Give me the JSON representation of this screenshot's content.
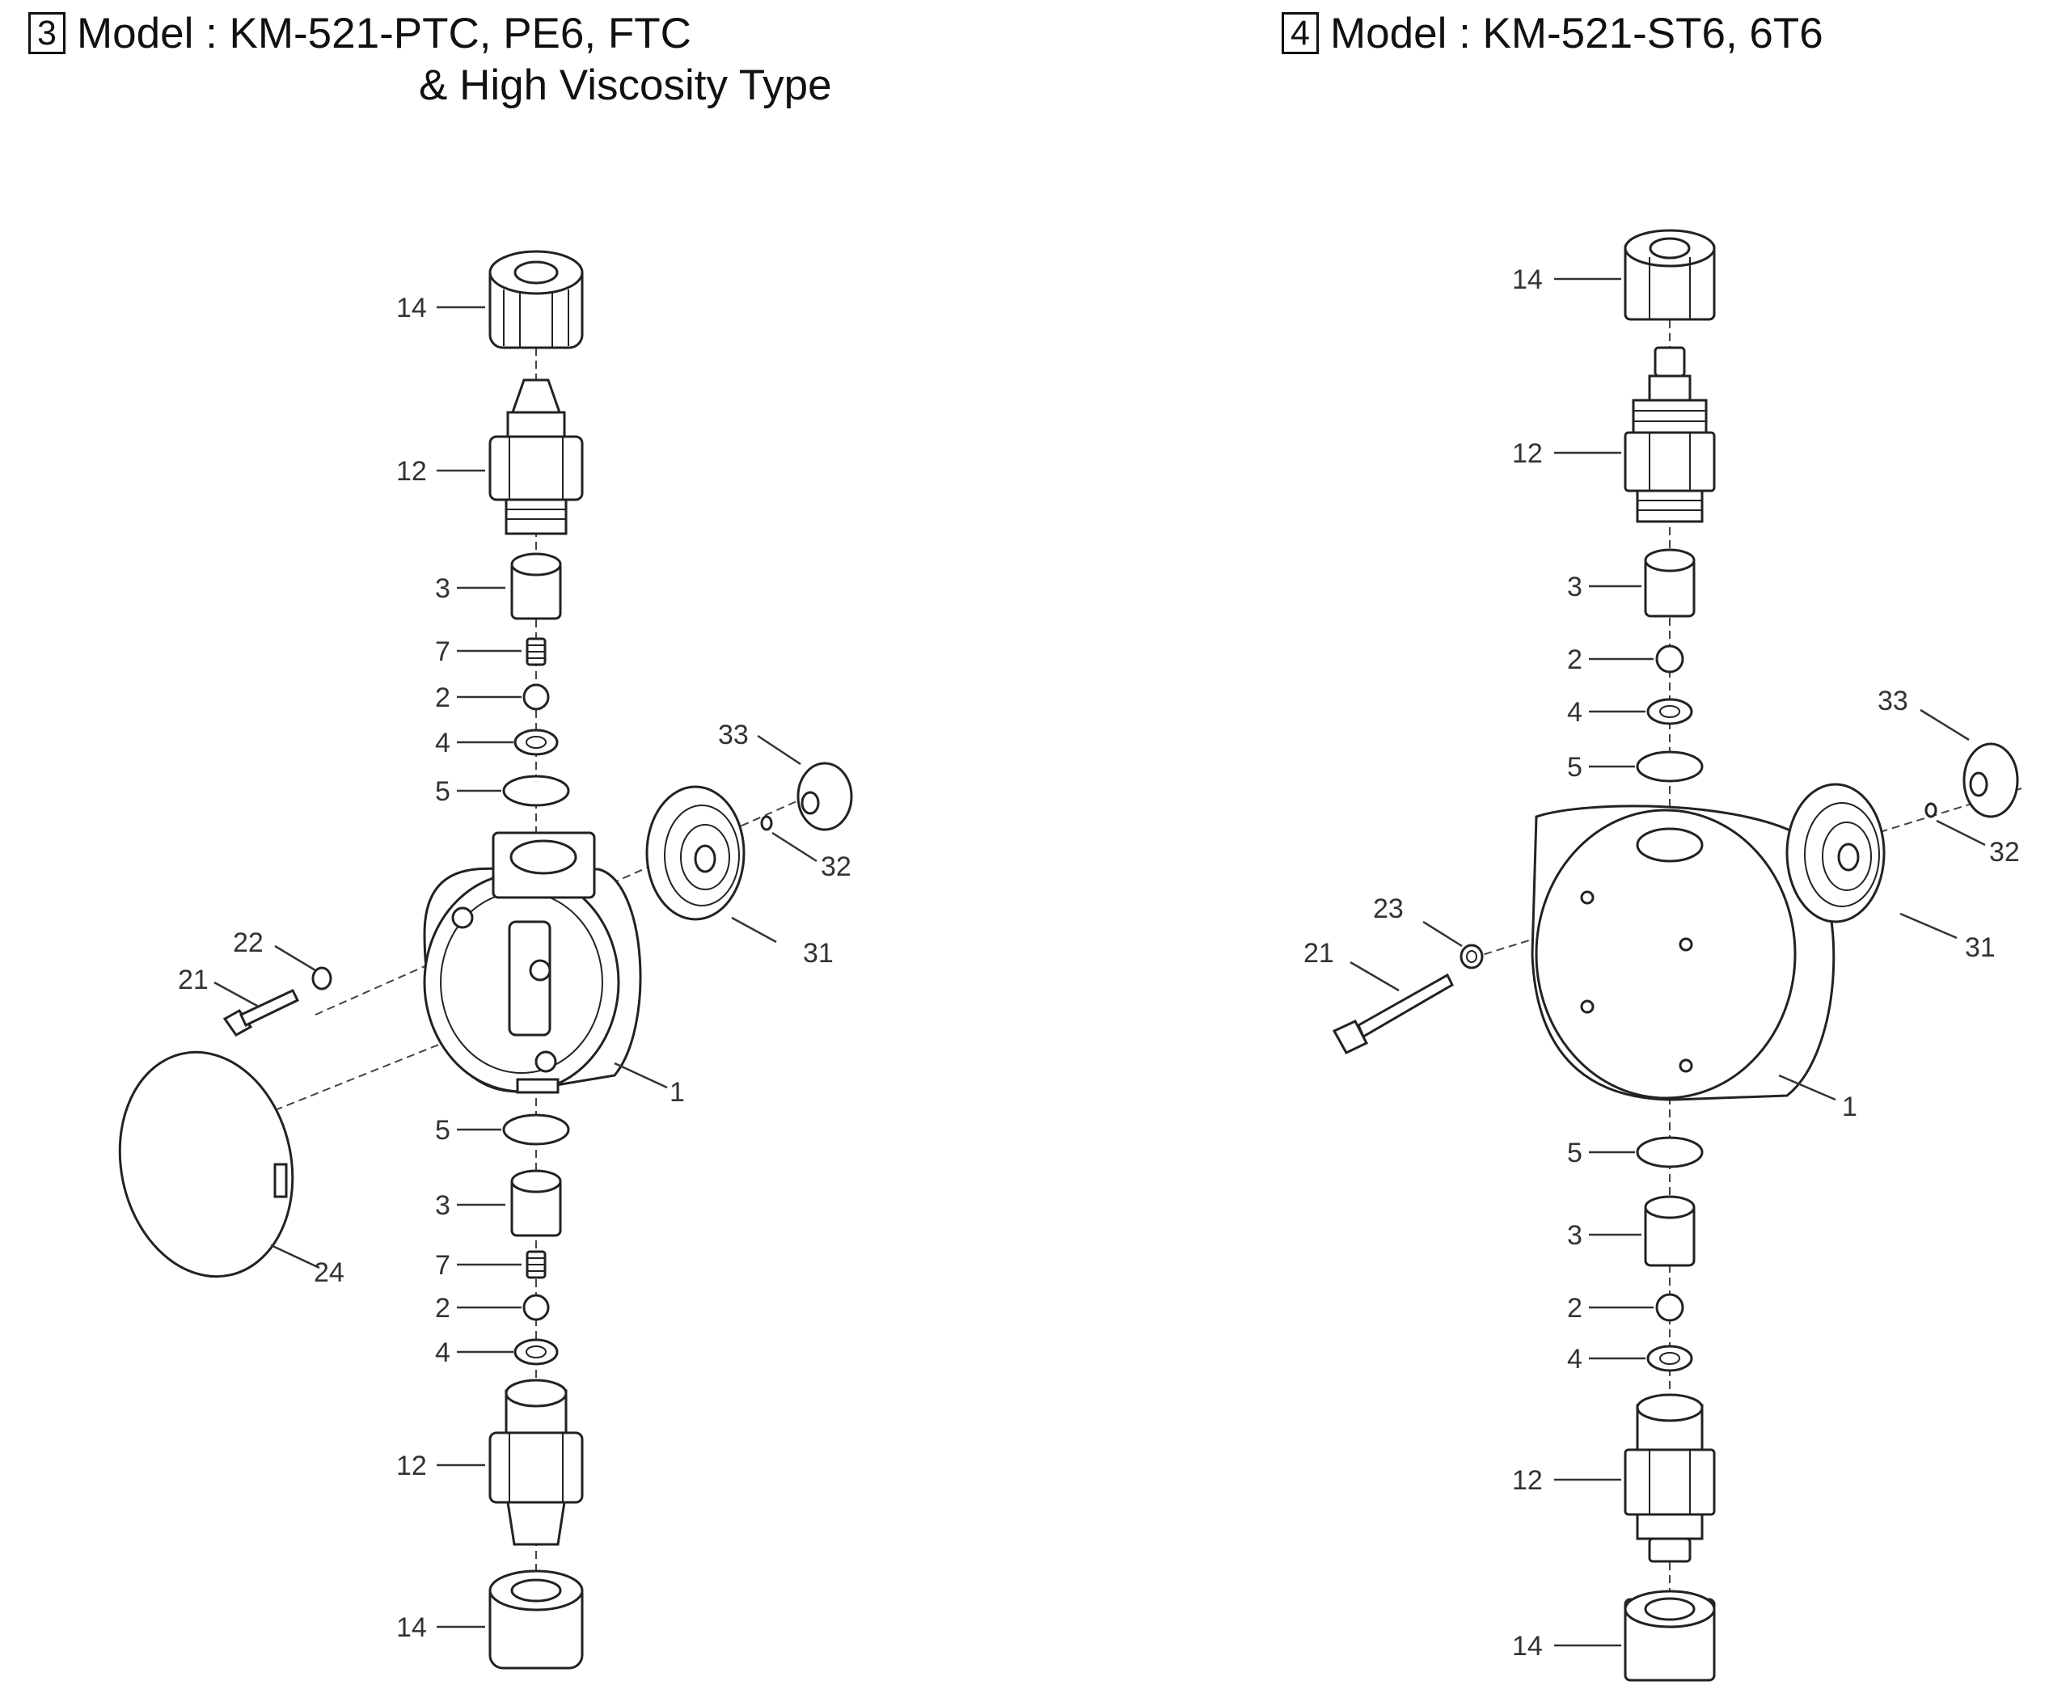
{
  "left_diagram": {
    "number": "3",
    "title": "Model : KM-521-PTC, PE6, FTC",
    "title_line2": "& High Viscosity Type",
    "callouts": [
      "14",
      "12",
      "3",
      "7",
      "2",
      "4",
      "5",
      "33",
      "32",
      "31",
      "22",
      "21",
      "1",
      "24",
      "5",
      "3",
      "7",
      "2",
      "4",
      "12",
      "14"
    ]
  },
  "right_diagram": {
    "number": "4",
    "title": "Model : KM-521-ST6, 6T6",
    "callouts": [
      "14",
      "12",
      "3",
      "2",
      "4",
      "5",
      "33",
      "32",
      "31",
      "23",
      "21",
      "1",
      "5",
      "3",
      "2",
      "4",
      "12",
      "14"
    ]
  }
}
